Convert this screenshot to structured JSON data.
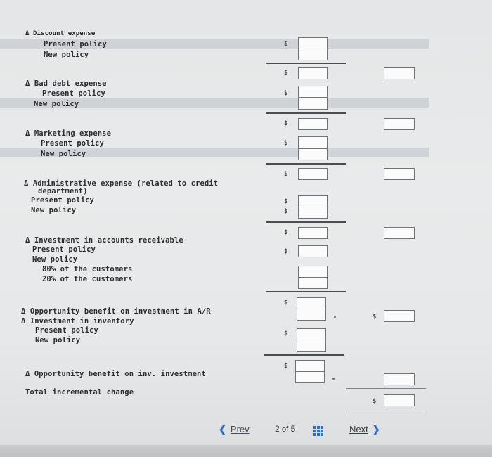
{
  "sections": {
    "discount": {
      "title": "Δ Discount expense",
      "present": "Present policy",
      "new": "New policy"
    },
    "bad_debt": {
      "title": "Δ Bad debt expense",
      "present": "Present policy",
      "new": "New policy"
    },
    "marketing": {
      "title": "Δ Marketing expense",
      "present": "Present policy",
      "new": "New policy"
    },
    "admin": {
      "title": "Δ Administrative expense (related to credit",
      "title2": "department)",
      "present": "Present policy",
      "new": "New policy"
    },
    "investment": {
      "title": "Δ Investment in accounts receivable",
      "present": "Present policy",
      "new": "New policy",
      "sub1": "80% of the customers",
      "sub2": "20% of the customers"
    },
    "opportunity": {
      "title": "Δ Opportunity benefit on investment in A/R",
      "title2": "Δ Investment in inventory",
      "present": "Present policy",
      "new": "New policy"
    },
    "opp_inv": {
      "title": "Δ Opportunity benefit on inv. investment"
    },
    "total": {
      "title": "Total incremental change"
    }
  },
  "currency_symbol": "$",
  "nav": {
    "prev_label": "Prev",
    "page_current": "2",
    "page_of": "of",
    "page_total": "5",
    "next_label": "Next"
  }
}
